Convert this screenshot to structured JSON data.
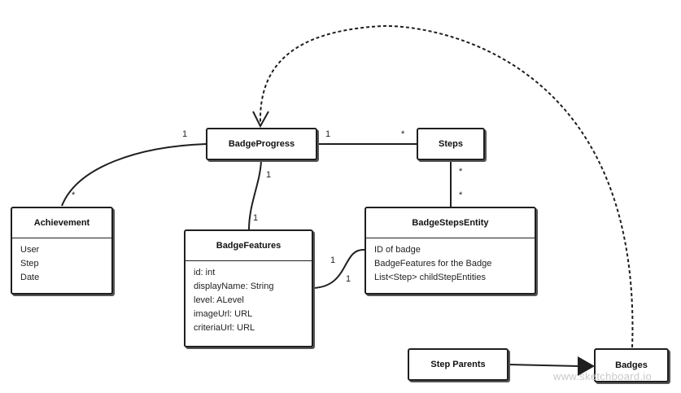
{
  "boxes": {
    "badge_progress": {
      "title": "BadgeProgress"
    },
    "steps": {
      "title": "Steps"
    },
    "achievement": {
      "title": "Achievement",
      "attributes": [
        "User",
        "Step",
        "Date"
      ]
    },
    "badge_features": {
      "title": "BadgeFeatures",
      "attributes": [
        "id: int",
        "displayName: String",
        "level: ALevel",
        "imageUrl: URL",
        "criteriaUrl: URL"
      ]
    },
    "badge_steps_entity": {
      "title": "BadgeStepsEntity",
      "attributes": [
        "ID of badge",
        "BadgeFeatures for the Badge",
        "List<Step> childStepEntities"
      ]
    },
    "step_parents": {
      "title": "Step Parents"
    },
    "badges": {
      "title": "Badges"
    }
  },
  "multiplicities": {
    "progress_achievement_progress_end": "1",
    "progress_achievement_achievement_end": "*",
    "progress_steps_progress_end": "1",
    "progress_steps_steps_end": "*",
    "progress_features_progress_end": "1",
    "progress_features_features_end": "1",
    "steps_entity_steps_end": "*",
    "steps_entity_entity_end": "*",
    "features_entity_entity_end": "1",
    "features_entity_features_end": "1"
  },
  "watermark": "www.sketchboard.io",
  "colors": {
    "line": "#1f1f1f",
    "background": "#ffffff",
    "watermark": "#c9c9c9"
  }
}
